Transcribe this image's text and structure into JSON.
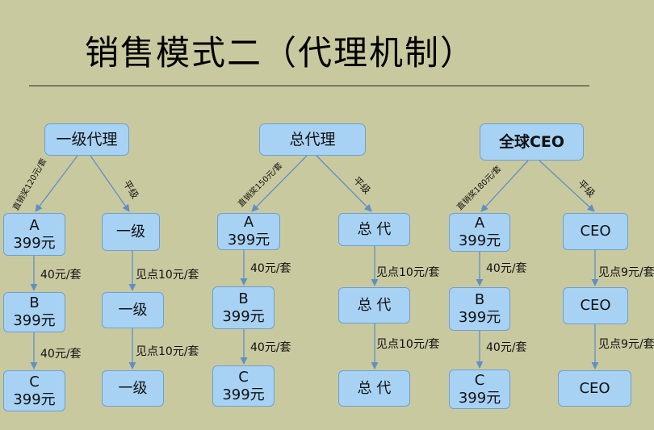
{
  "title": "销售模式二（代理机制）",
  "colors": {
    "background": "#c9c9a0",
    "box_fill": "#a8d2f4",
    "box_border": "#6e9fcf",
    "arrow": "#5f8fc4"
  },
  "groups": [
    {
      "top": "一级代理",
      "direct_label": "直销奖120元/套",
      "level_label": "平级",
      "left_nodes": [
        {
          "letter": "A",
          "price": "399元"
        },
        {
          "letter": "B",
          "price": "399元"
        },
        {
          "letter": "C",
          "price": "399元"
        }
      ],
      "left_edges": [
        "40元/套",
        "40元/套"
      ],
      "right_nodes": [
        "一级",
        "一级",
        "一级"
      ],
      "right_edges": [
        "见点10元/套",
        "见点10元/套"
      ]
    },
    {
      "top": "总代理",
      "direct_label": "直销奖150元/套",
      "level_label": "平级",
      "left_nodes": [
        {
          "letter": "A",
          "price": "399元"
        },
        {
          "letter": "B",
          "price": "399元"
        },
        {
          "letter": "C",
          "price": "399元"
        }
      ],
      "left_edges": [
        "40元/套",
        "40元/套"
      ],
      "right_nodes": [
        "总 代",
        "总 代",
        "总 代"
      ],
      "right_edges": [
        "见点10元/套",
        "见点10元/套"
      ]
    },
    {
      "top": "全球CEO",
      "direct_label": "直销奖180元/套",
      "level_label": "平级",
      "left_nodes": [
        {
          "letter": "A",
          "price": "399元"
        },
        {
          "letter": "B",
          "price": "399元"
        },
        {
          "letter": "C",
          "price": "399元"
        }
      ],
      "left_edges": [
        "40元/套",
        "40元/套"
      ],
      "right_nodes": [
        "CEO",
        "CEO",
        "CEO"
      ],
      "right_edges": [
        "见点9元/套",
        "见点9元/套"
      ]
    }
  ]
}
